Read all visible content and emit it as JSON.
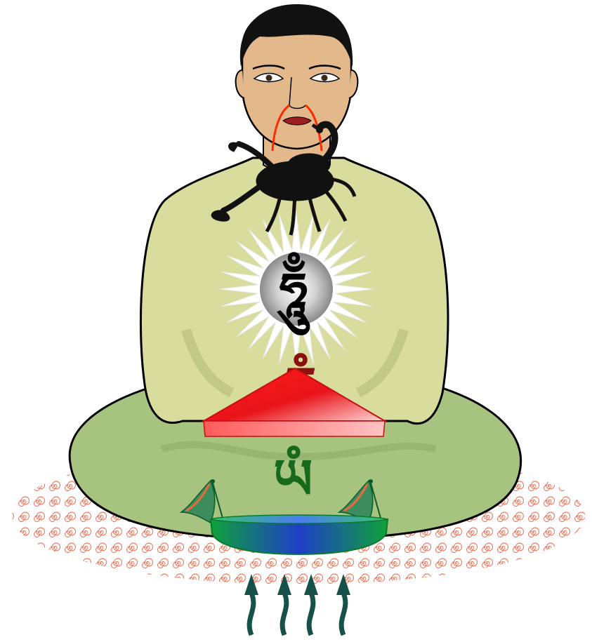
{
  "figure": {
    "elements": {
      "figure": "seated-figure",
      "scorpion": "scorpion",
      "seed_syllable_top": "tibetan-syllable-heart",
      "seed_syllable_fire": "tibetan-syllable-fire",
      "seed_syllable_wind": "tibetan-syllable-wind",
      "fire_triangle": "red-triangle",
      "wind_disc": "green-bow-disc",
      "banners": "wind-banner",
      "ground_rug": "spiral-pattern-rug",
      "wind_arrows": "upward-arrows"
    },
    "glyphs": {
      "heart": "ཧཱུྃ",
      "fire": "རཾ",
      "wind": "ཡཾ"
    },
    "colors": {
      "skin": "#e3b98c",
      "robe_upper": "#d8dc9c",
      "robe_lower": "#a6c37f",
      "rug_spiral": "#e2674a",
      "fire_red": "#e8141a",
      "syllable_maroon": "#8b1010",
      "syllable_green": "#176a1c",
      "disc_blue": "#1f3ec7",
      "disc_green": "#0fa23b",
      "arrow_teal": "#17524a",
      "scorpion_black": "#111111",
      "nose_lines": "#ff2a00"
    }
  }
}
